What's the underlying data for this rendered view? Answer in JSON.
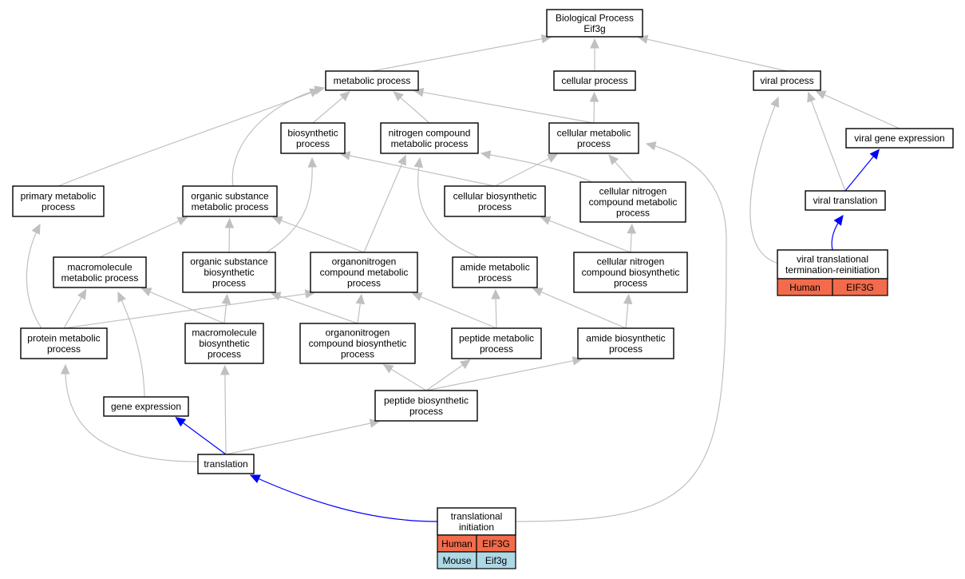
{
  "colors": {
    "edge_gray": "#c0c0c0",
    "edge_blue": "#0000ff",
    "human_cell": "#f26b4c",
    "mouse_cell": "#add8e6"
  },
  "nodes": {
    "root": [
      "Biological Process",
      "Eif3g"
    ],
    "metabolic": [
      "metabolic process"
    ],
    "cellular": [
      "cellular process"
    ],
    "viral": [
      "viral process"
    ],
    "biosynthetic": [
      "biosynthetic",
      "process"
    ],
    "nitrogen": [
      "nitrogen compound",
      "metabolic process"
    ],
    "cellmet": [
      "cellular metabolic",
      "process"
    ],
    "viralgene": [
      "viral gene expression"
    ],
    "primary": [
      "primary metabolic",
      "process"
    ],
    "orgsub": [
      "organic substance",
      "metabolic process"
    ],
    "cellbio": [
      "cellular biosynthetic",
      "process"
    ],
    "cellnitro": [
      "cellular nitrogen",
      "compound metabolic",
      "process"
    ],
    "viraltrans": [
      "viral translation"
    ],
    "macromet": [
      "macromolecule",
      "metabolic process"
    ],
    "orgsubbio": [
      "organic substance",
      "biosynthetic",
      "process"
    ],
    "organonit": [
      "organonitrogen",
      "compound metabolic",
      "process"
    ],
    "amide": [
      "amide metabolic",
      "process"
    ],
    "cellnitrobio": [
      "cellular nitrogen",
      "compound biosynthetic",
      "process"
    ],
    "viralterm": [
      "viral translational",
      "termination-reinitiation"
    ],
    "protein": [
      "protein metabolic",
      "process"
    ],
    "macrobio": [
      "macromolecule",
      "biosynthetic",
      "process"
    ],
    "orgnitbio": [
      "organonitrogen",
      "compound biosynthetic",
      "process"
    ],
    "peptidemet": [
      "peptide metabolic",
      "process"
    ],
    "amidebio": [
      "amide biosynthetic",
      "process"
    ],
    "geneexp": [
      "gene expression"
    ],
    "peptidebio": [
      "peptide biosynthetic",
      "process"
    ],
    "translation": [
      "translation"
    ],
    "transinit": [
      "translational",
      "initiation"
    ]
  },
  "annotations": {
    "viralterm": [
      [
        "Human",
        "EIF3G"
      ]
    ],
    "transinit": [
      [
        "Human",
        "EIF3G"
      ],
      [
        "Mouse",
        "Eif3g"
      ]
    ]
  },
  "edges": [
    {
      "from": "metabolic",
      "to": "root",
      "color": "gray"
    },
    {
      "from": "cellular",
      "to": "root",
      "color": "gray"
    },
    {
      "from": "viral",
      "to": "root",
      "color": "gray"
    },
    {
      "from": "biosynthetic",
      "to": "metabolic",
      "color": "gray"
    },
    {
      "from": "nitrogen",
      "to": "metabolic",
      "color": "gray"
    },
    {
      "from": "cellmet",
      "to": "metabolic",
      "color": "gray"
    },
    {
      "from": "cellmet",
      "to": "cellular",
      "color": "gray"
    },
    {
      "from": "primary",
      "to": "metabolic",
      "color": "gray"
    },
    {
      "from": "orgsub",
      "to": "metabolic",
      "color": "gray"
    },
    {
      "from": "viralgene",
      "to": "viral",
      "color": "gray"
    },
    {
      "from": "viraltrans",
      "to": "viral",
      "color": "gray"
    },
    {
      "from": "viralterm",
      "to": "viral",
      "color": "gray"
    },
    {
      "from": "viraltrans",
      "to": "viralgene",
      "color": "blue"
    },
    {
      "from": "viralterm",
      "to": "viraltrans",
      "color": "blue"
    },
    {
      "from": "cellbio",
      "to": "biosynthetic",
      "color": "gray"
    },
    {
      "from": "cellbio",
      "to": "cellmet",
      "color": "gray"
    },
    {
      "from": "cellnitro",
      "to": "nitrogen",
      "color": "gray"
    },
    {
      "from": "cellnitro",
      "to": "cellmet",
      "color": "gray"
    },
    {
      "from": "macromet",
      "to": "orgsub",
      "color": "gray"
    },
    {
      "from": "orgsubbio",
      "to": "orgsub",
      "color": "gray"
    },
    {
      "from": "orgsubbio",
      "to": "biosynthetic",
      "color": "gray"
    },
    {
      "from": "organonit",
      "to": "orgsub",
      "color": "gray"
    },
    {
      "from": "organonit",
      "to": "nitrogen",
      "color": "gray"
    },
    {
      "from": "amide",
      "to": "nitrogen",
      "color": "gray"
    },
    {
      "from": "cellnitrobio",
      "to": "cellbio",
      "color": "gray"
    },
    {
      "from": "cellnitrobio",
      "to": "cellnitro",
      "color": "gray"
    },
    {
      "from": "protein",
      "to": "primary",
      "color": "gray"
    },
    {
      "from": "protein",
      "to": "macromet",
      "color": "gray"
    },
    {
      "from": "protein",
      "to": "organonit",
      "color": "gray"
    },
    {
      "from": "macrobio",
      "to": "macromet",
      "color": "gray"
    },
    {
      "from": "macrobio",
      "to": "orgsubbio",
      "color": "gray"
    },
    {
      "from": "orgnitbio",
      "to": "orgsubbio",
      "color": "gray"
    },
    {
      "from": "orgnitbio",
      "to": "organonit",
      "color": "gray"
    },
    {
      "from": "peptidemet",
      "to": "amide",
      "color": "gray"
    },
    {
      "from": "peptidemet",
      "to": "organonit",
      "color": "gray"
    },
    {
      "from": "amidebio",
      "to": "amide",
      "color": "gray"
    },
    {
      "from": "amidebio",
      "to": "cellnitrobio",
      "color": "gray"
    },
    {
      "from": "geneexp",
      "to": "macromet",
      "color": "gray"
    },
    {
      "from": "peptidebio",
      "to": "orgnitbio",
      "color": "gray"
    },
    {
      "from": "peptidebio",
      "to": "peptidemet",
      "color": "gray"
    },
    {
      "from": "peptidebio",
      "to": "amidebio",
      "color": "gray"
    },
    {
      "from": "translation",
      "to": "geneexp",
      "color": "blue"
    },
    {
      "from": "translation",
      "to": "protein",
      "color": "gray"
    },
    {
      "from": "translation",
      "to": "macrobio",
      "color": "gray"
    },
    {
      "from": "translation",
      "to": "peptidebio",
      "color": "gray"
    },
    {
      "from": "transinit",
      "to": "translation",
      "color": "blue"
    },
    {
      "from": "transinit",
      "to": "cellmet",
      "color": "gray"
    }
  ]
}
